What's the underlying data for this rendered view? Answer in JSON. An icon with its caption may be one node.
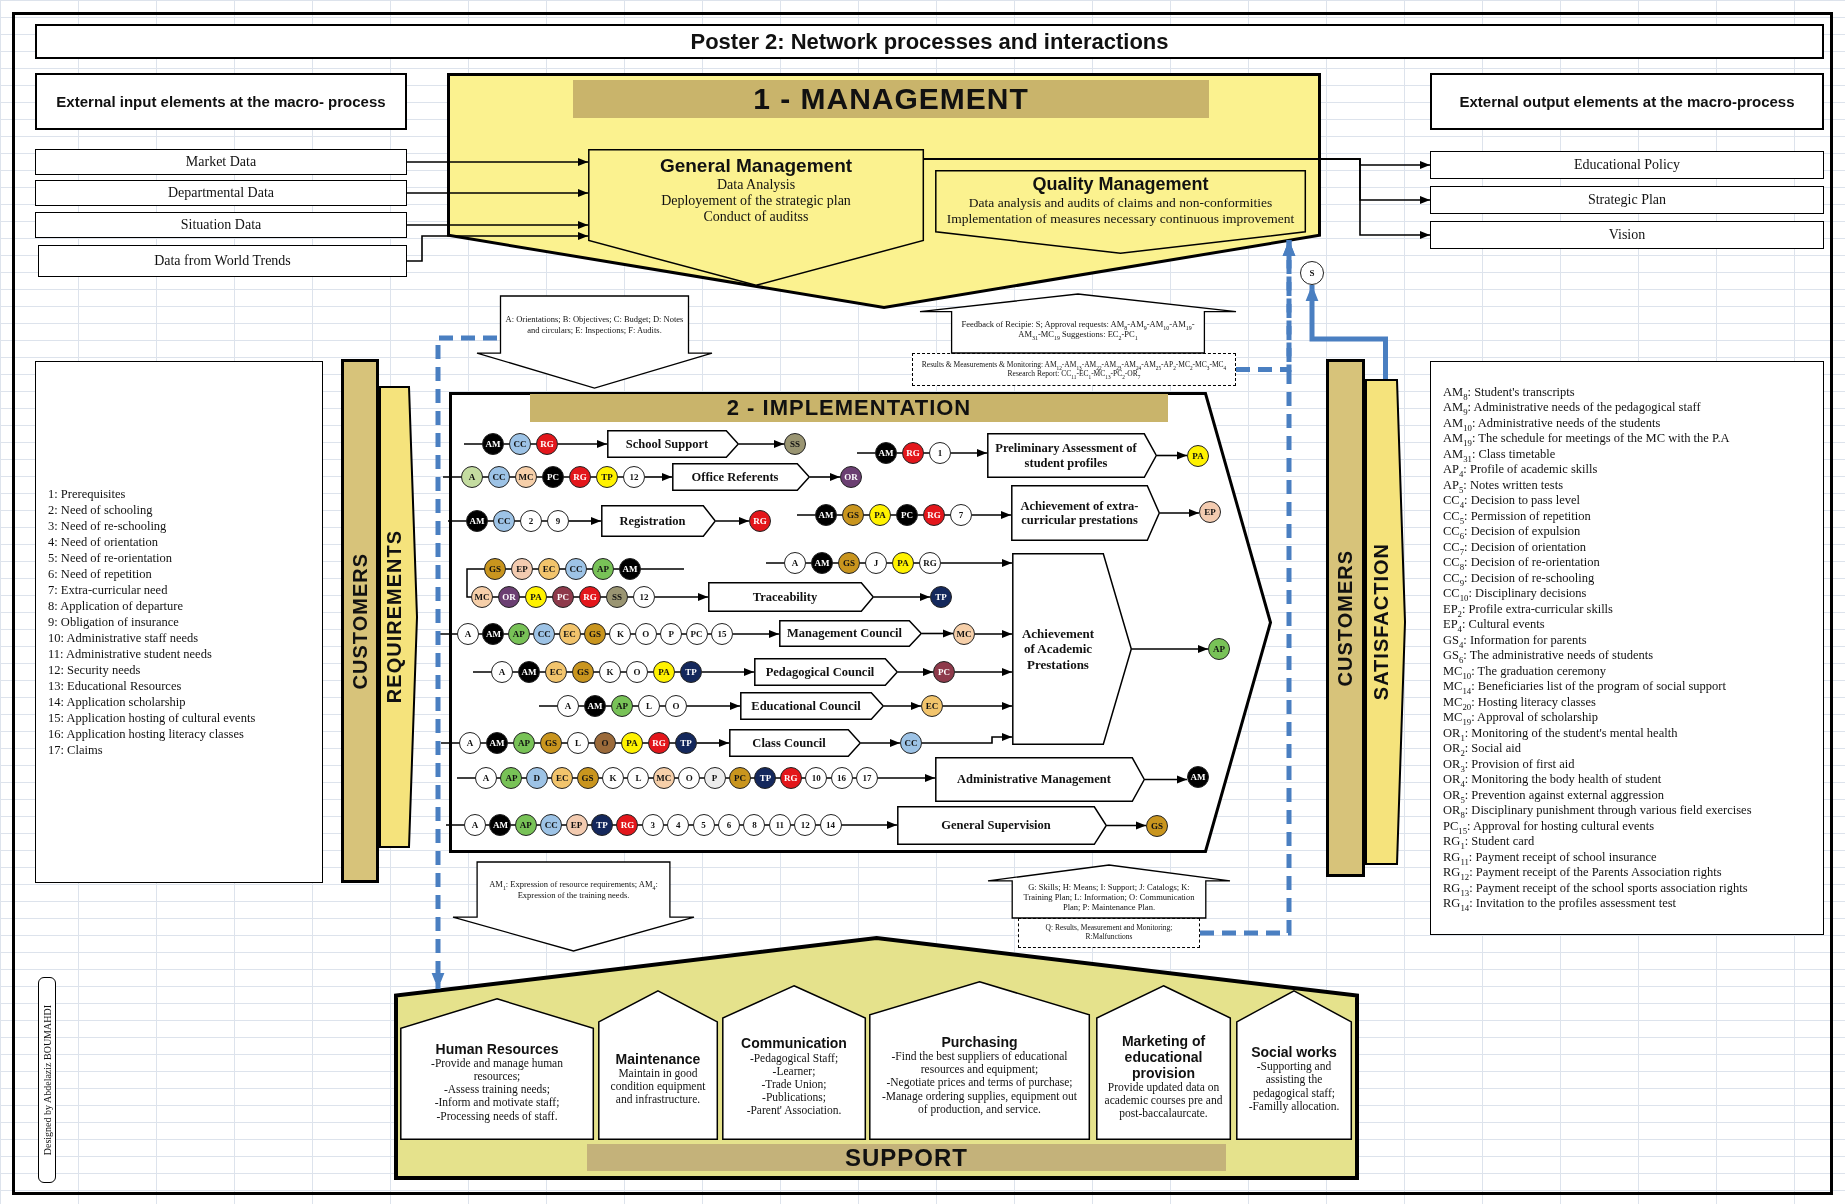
{
  "diagram": {
    "title": "Poster 2: Network processes and interactions",
    "nodes": [
      {
        "text": [
          "External input elements  at the macro- process"
        ]
      },
      {
        "text": [
          "1 - MANAGEMENT"
        ]
      },
      {
        "text": [
          "General Management",
          "Data Analysis",
          "Deployement of the strategic plan",
          "Conduct of auditss"
        ],
        "in": 1
      },
      {
        "text": [
          "Quality Management",
          "Data analysis and audits of claims and non-conformities",
          "Implementation of measures necessary continuous improvement"
        ],
        "in": 1
      },
      {
        "text": [
          "External output elements at the macro-process"
        ]
      },
      {
        "text": [
          "Market Data"
        ]
      },
      {
        "text": [
          "Departmental Data"
        ]
      },
      {
        "text": [
          "Situation Data"
        ]
      },
      {
        "text": [
          "Data from World Trends"
        ]
      },
      {
        "text": [
          "Educational Policy"
        ]
      },
      {
        "text": [
          "Strategic Plan"
        ]
      },
      {
        "text": [
          "Vision"
        ]
      },
      {
        "text": [
          "S"
        ]
      },
      {
        "text": [
          "Results & Measurements & Monitoring: AM$_{12}$-AM$_{13}$-AM$_{22}$-AM$_{23}$-AM$_{24}$-AM$_{25}$-AP$_{2}$-MC$_{2}$-MC$_{3}$-MC$_{4}$",
          "Research Report: CC$_{11}$-EC$_{1}$-MC$_{13}$-PC$_{2}$-OR$_{7}$"
        ]
      },
      {
        "text": [
          "1: Prerequisites",
          "2: Need  of schooling",
          "3: Need of  re-schooling",
          "4: Need  of orientation",
          "5: Need of re-orientation",
          "6: Need of  repetition",
          "7: Extra-curricular need",
          "8: Application of departure",
          "9: Obligation of insurance",
          "10: Administrative staff needs",
          "11: Administrative student needs",
          "12: Security needs",
          "13: Educational Resources",
          "14: Application scholarship",
          "15: Application hosting of cultural events",
          "16: Application hosting literacy classes",
          "17: Claims"
        ]
      },
      {
        "text": [
          "CUSTOMERS"
        ]
      },
      {
        "text": [
          "REQUIREMENTS"
        ]
      },
      {
        "text": [
          "2 - IMPLEMENTATION"
        ]
      },
      {
        "text": [
          "AM"
        ],
        "in": 17
      },
      {
        "text": [
          "CC"
        ],
        "in": 17
      },
      {
        "text": [
          "RG"
        ],
        "in": 17
      },
      {
        "text": [
          "School Support"
        ],
        "in": 17
      },
      {
        "text": [
          "SS"
        ],
        "in": 17
      },
      {
        "text": [
          "AM"
        ],
        "in": 17
      },
      {
        "text": [
          "RG"
        ],
        "in": 17
      },
      {
        "text": [
          "1"
        ],
        "in": 17
      },
      {
        "text": [
          "Preliminary Assessment of student profiles"
        ],
        "in": 17
      },
      {
        "text": [
          "PA"
        ],
        "in": 17
      },
      {
        "text": [
          "A"
        ],
        "in": 17
      },
      {
        "text": [
          "CC"
        ],
        "in": 17
      },
      {
        "text": [
          "MC"
        ],
        "in": 17
      },
      {
        "text": [
          "PC"
        ],
        "in": 17
      },
      {
        "text": [
          "RG"
        ],
        "in": 17
      },
      {
        "text": [
          "TP"
        ],
        "in": 17
      },
      {
        "text": [
          "12"
        ],
        "in": 17
      },
      {
        "text": [
          "Office Referents"
        ],
        "in": 17
      },
      {
        "text": [
          "OR"
        ],
        "in": 17
      },
      {
        "text": [
          "AM"
        ],
        "in": 17
      },
      {
        "text": [
          "CC"
        ],
        "in": 17
      },
      {
        "text": [
          "2"
        ],
        "in": 17
      },
      {
        "text": [
          "9"
        ],
        "in": 17
      },
      {
        "text": [
          "Registration"
        ],
        "in": 17
      },
      {
        "text": [
          "RG"
        ],
        "in": 17
      },
      {
        "text": [
          "AM"
        ],
        "in": 17
      },
      {
        "text": [
          "GS"
        ],
        "in": 17
      },
      {
        "text": [
          "PA"
        ],
        "in": 17
      },
      {
        "text": [
          "PC"
        ],
        "in": 17
      },
      {
        "text": [
          "RG"
        ],
        "in": 17
      },
      {
        "text": [
          "7"
        ],
        "in": 17
      },
      {
        "text": [
          "Achievement of extra-curricular prestations"
        ],
        "in": 17
      },
      {
        "text": [
          "EP"
        ],
        "in": 17
      },
      {
        "text": [
          "A"
        ],
        "in": 17
      },
      {
        "text": [
          "AM"
        ],
        "in": 17
      },
      {
        "text": [
          "GS"
        ],
        "in": 17
      },
      {
        "text": [
          "J"
        ],
        "in": 17
      },
      {
        "text": [
          "PA"
        ],
        "in": 17
      },
      {
        "text": [
          "RG"
        ],
        "in": 17
      },
      {
        "text": [
          "GS"
        ],
        "in": 17
      },
      {
        "text": [
          "EP"
        ],
        "in": 17
      },
      {
        "text": [
          "EC"
        ],
        "in": 17
      },
      {
        "text": [
          "CC"
        ],
        "in": 17
      },
      {
        "text": [
          "AP"
        ],
        "in": 17
      },
      {
        "text": [
          "AM"
        ],
        "in": 17
      },
      {
        "text": [
          "MC"
        ],
        "in": 17
      },
      {
        "text": [
          "OR"
        ],
        "in": 17
      },
      {
        "text": [
          "PA"
        ],
        "in": 17
      },
      {
        "text": [
          "PC"
        ],
        "in": 17
      },
      {
        "text": [
          "RG"
        ],
        "in": 17
      },
      {
        "text": [
          "SS"
        ],
        "in": 17
      },
      {
        "text": [
          "12"
        ],
        "in": 17
      },
      {
        "text": [
          "Traceability"
        ],
        "in": 17
      },
      {
        "text": [
          "TP"
        ],
        "in": 17
      },
      {
        "text": [
          "Achievement of Academic Prestations"
        ],
        "in": 17
      },
      {
        "text": [
          "AP"
        ],
        "in": 17
      },
      {
        "text": [
          "A"
        ],
        "in": 17
      },
      {
        "text": [
          "AM"
        ],
        "in": 17
      },
      {
        "text": [
          "AP"
        ],
        "in": 17
      },
      {
        "text": [
          "CC"
        ],
        "in": 17
      },
      {
        "text": [
          "EC"
        ],
        "in": 17
      },
      {
        "text": [
          "GS"
        ],
        "in": 17
      },
      {
        "text": [
          "K"
        ],
        "in": 17
      },
      {
        "text": [
          "O"
        ],
        "in": 17
      },
      {
        "text": [
          "P"
        ],
        "in": 17
      },
      {
        "text": [
          "PC"
        ],
        "in": 17
      },
      {
        "text": [
          "15"
        ],
        "in": 17
      },
      {
        "text": [
          "Management  Council"
        ],
        "in": 17
      },
      {
        "text": [
          "MC"
        ],
        "in": 17
      },
      {
        "text": [
          "A"
        ],
        "in": 17
      },
      {
        "text": [
          "AM"
        ],
        "in": 17
      },
      {
        "text": [
          "EC"
        ],
        "in": 17
      },
      {
        "text": [
          "GS"
        ],
        "in": 17
      },
      {
        "text": [
          "K"
        ],
        "in": 17
      },
      {
        "text": [
          "O"
        ],
        "in": 17
      },
      {
        "text": [
          "PA"
        ],
        "in": 17
      },
      {
        "text": [
          "TP"
        ],
        "in": 17
      },
      {
        "text": [
          "Pedagogical Council"
        ],
        "in": 17
      },
      {
        "text": [
          "PC"
        ],
        "in": 17
      },
      {
        "text": [
          "A"
        ],
        "in": 17
      },
      {
        "text": [
          "AM"
        ],
        "in": 17
      },
      {
        "text": [
          "AP"
        ],
        "in": 17
      },
      {
        "text": [
          "L"
        ],
        "in": 17
      },
      {
        "text": [
          "O"
        ],
        "in": 17
      },
      {
        "text": [
          "Educational  Council"
        ],
        "in": 17
      },
      {
        "text": [
          "EC"
        ],
        "in": 17
      },
      {
        "text": [
          "A"
        ],
        "in": 17
      },
      {
        "text": [
          "AM"
        ],
        "in": 17
      },
      {
        "text": [
          "AP"
        ],
        "in": 17
      },
      {
        "text": [
          "GS"
        ],
        "in": 17
      },
      {
        "text": [
          "L"
        ],
        "in": 17
      },
      {
        "text": [
          "O"
        ],
        "in": 17
      },
      {
        "text": [
          "PA"
        ],
        "in": 17
      },
      {
        "text": [
          "RG"
        ],
        "in": 17
      },
      {
        "text": [
          "TP"
        ],
        "in": 17
      },
      {
        "text": [
          "Class Council"
        ],
        "in": 17
      },
      {
        "text": [
          "CC"
        ],
        "in": 17
      },
      {
        "text": [
          "A"
        ],
        "in": 17
      },
      {
        "text": [
          "AP"
        ],
        "in": 17
      },
      {
        "text": [
          "D"
        ],
        "in": 17
      },
      {
        "text": [
          "EC"
        ],
        "in": 17
      },
      {
        "text": [
          "GS"
        ],
        "in": 17
      },
      {
        "text": [
          "K"
        ],
        "in": 17
      },
      {
        "text": [
          "L"
        ],
        "in": 17
      },
      {
        "text": [
          "MC"
        ],
        "in": 17
      },
      {
        "text": [
          "O"
        ],
        "in": 17
      },
      {
        "text": [
          "P"
        ],
        "in": 17
      },
      {
        "text": [
          "PC"
        ],
        "in": 17
      },
      {
        "text": [
          "TP"
        ],
        "in": 17
      },
      {
        "text": [
          "RG"
        ],
        "in": 17
      },
      {
        "text": [
          "10"
        ],
        "in": 17
      },
      {
        "text": [
          "16"
        ],
        "in": 17
      },
      {
        "text": [
          "17"
        ],
        "in": 17
      },
      {
        "text": [
          "Administrative Management"
        ],
        "in": 17
      },
      {
        "text": [
          "AM"
        ],
        "in": 17
      },
      {
        "text": [
          "A"
        ],
        "in": 17
      },
      {
        "text": [
          "AM"
        ],
        "in": 17
      },
      {
        "text": [
          "AP"
        ],
        "in": 17
      },
      {
        "text": [
          "CC"
        ],
        "in": 17
      },
      {
        "text": [
          "EP"
        ],
        "in": 17
      },
      {
        "text": [
          "TP"
        ],
        "in": 17
      },
      {
        "text": [
          "RG"
        ],
        "in": 17
      },
      {
        "text": [
          "3"
        ],
        "in": 17
      },
      {
        "text": [
          "4"
        ],
        "in": 17
      },
      {
        "text": [
          "5"
        ],
        "in": 17
      },
      {
        "text": [
          "6"
        ],
        "in": 17
      },
      {
        "text": [
          "8"
        ],
        "in": 17
      },
      {
        "text": [
          "11"
        ],
        "in": 17
      },
      {
        "text": [
          "12"
        ],
        "in": 17
      },
      {
        "text": [
          "14"
        ],
        "in": 17
      },
      {
        "text": [
          "General Supervision"
        ],
        "in": 17
      },
      {
        "text": [
          "GS"
        ],
        "in": 17
      },
      {
        "text": [
          "CUSTOMERS"
        ]
      },
      {
        "text": [
          "SATISFACTION"
        ]
      },
      {
        "text": [
          "AM$_{8}$: Student's transcripts",
          "AM$_{9}$: Administrative needs of the pedagogical staff",
          "AM$_{10}$: Administrative needs of the students",
          "AM$_{19}$: The schedule for meetings of the MC with the P.A",
          "AM$_{31}$: Class timetable",
          "AP$_{4}$: Profile of academic skills",
          "AP$_{5}$: Notes written tests",
          "CC$_{4}$: Decision to pass level",
          "CC$_{5}$: Permission of repetition",
          "CC$_{6}$: Decision of expulsion",
          "CC$_{7}$: Decision of orientation",
          "CC$_{8}$: Decision of re-orientation",
          "CC$_{9}$: Decision of re-schooling",
          "CC$_{10}$: Disciplinary decisions",
          "EP$_{2}$: Profile extra-curricular skills",
          "EP$_{4}$: Cultural events",
          "GS$_{4}$: Information for parents",
          "GS$_{6}$: The administrative needs of students",
          "MC$_{10}$: The graduation ceremony",
          "MC$_{14}$: Beneficiaries list of the program of social support",
          "MC$_{20}$: Hosting literacy classes",
          "MC$_{19}$: Approval of scholarship",
          "OR$_{1}$: Monitoring of the student's mental health",
          "OR$_{2}$: Social aid",
          "OR$_{3}$: Provision of first aid",
          "OR$_{4}$: Monitoring the body health of student",
          "OR$_{5}$: Prevention against external aggression",
          "OR$_{8}$: Disciplinary punishment through various field exercises",
          "PC$_{15}$: Approval for hosting cultural events",
          "RG$_{1}$: Student card",
          "RG$_{11}$: Payment receipt of school insurance",
          "RG$_{12}$: Payment receipt of the Parents Association rights",
          "RG$_{13}$: Payment receipt of the school sports association rights",
          "RG$_{14}$: Invitation to the profiles assessment test"
        ]
      },
      {
        "text": [
          "Q: Results, Measurement and Monitoring; R:Malfunctions"
        ]
      },
      {
        "text": [
          "SUPPORT"
        ]
      },
      {
        "text": [
          "Human Resources",
          "-Provide and manage human resources;",
          "-Assess training needs;",
          "-Inform and motivate staff;",
          "-Processing needs of staff."
        ],
        "in": 154
      },
      {
        "text": [
          "Maintenance",
          "Maintain in good condition equipment and infrastructure."
        ],
        "in": 154
      },
      {
        "text": [
          "Communication",
          "-Pedagogical Staff;",
          "-Learner;",
          "-Trade Union;",
          "-Publications;",
          "-Parent' Association."
        ],
        "in": 154
      },
      {
        "text": [
          "Purchasing",
          "-Find the best suppliers of educational resources and equipment;",
          "-Negotiate prices and terms of purchase;",
          "-Manage ordering supplies, equipment out of production, and service."
        ],
        "in": 154
      },
      {
        "text": [
          "Marketing of educational provision",
          "Provide updated data on academic courses pre and post-baccalaurcate."
        ],
        "in": 154
      },
      {
        "text": [
          "Social works",
          "-Supporting and assisting the pedagogical staff;",
          "-Familly allocation."
        ],
        "in": 154
      },
      {
        "text": [
          "Designed by Abdelaziz BOUMAHDI"
        ]
      }
    ],
    "edges": [
      {
        "from": 5,
        "to": 2,
        "arrow": "to"
      },
      {
        "from": 6,
        "to": 2,
        "arrow": "to"
      },
      {
        "from": 7,
        "to": 2,
        "arrow": "to"
      },
      {
        "from": 8,
        "to": 2,
        "arrow": "to"
      },
      {
        "from": 2,
        "to": 9,
        "arrow": "to"
      },
      {
        "from": 2,
        "to": 10,
        "arrow": "to"
      },
      {
        "from": 2,
        "to": 11,
        "arrow": "to"
      },
      {
        "from": 13,
        "to": 1,
        "arrow": "to",
        "style": "dashed",
        "color": "#4a7fc1"
      },
      {
        "from": 153,
        "to": 1,
        "arrow": "to",
        "style": "dashed",
        "color": "#4a7fc1"
      },
      {
        "from": null,
        "to": 154,
        "arrow": "to",
        "style": "dashed",
        "color": "#4a7fc1"
      },
      {
        "from": 151,
        "to": 12,
        "arrow": "to",
        "style": "thick",
        "color": "#4a7fc1"
      },
      {
        "from": 1,
        "to": 17,
        "arrow": "to",
        "style": "thick",
        "label": "A: Orientations; B: Objectives; C: Budget; D: Notes and circulars; E: Inspections; F: Audits."
      },
      {
        "from": 17,
        "to": 1,
        "arrow": "to",
        "style": "thick",
        "label": "Feedback of Recipie: S; Approval requests: AM$_{8}$-AM$_{9}$-AM$_{10}$-AM$_{19}$-AM$_{31}$-MC$_{19}$ Suggestions: EC$_{2}$-PC$_{1}$"
      },
      {
        "from": 17,
        "to": 154,
        "arrow": "to",
        "style": "thick",
        "label": "AM$_{1}$: Expression of resource requirements; AM$_{4}$: Expression of the training  needs."
      },
      {
        "from": 154,
        "to": 17,
        "arrow": "to",
        "style": "thick",
        "label": "G: Skills; H: Means; I: Support; J: Catalogs; K: Training Plan; L: Information; O: Communication Plan; P: Maintenance Plan."
      },
      {
        "from": 20,
        "to": 21,
        "arrow": "to"
      },
      {
        "from": 21,
        "to": 22,
        "arrow": "to"
      },
      {
        "from": 25,
        "to": 26,
        "arrow": "to"
      },
      {
        "from": 26,
        "to": 27,
        "arrow": "to"
      },
      {
        "from": 34,
        "to": 35,
        "arrow": "to"
      },
      {
        "from": 35,
        "to": 36,
        "arrow": "to"
      },
      {
        "from": 40,
        "to": 41,
        "arrow": "to"
      },
      {
        "from": 41,
        "to": 42,
        "arrow": "to"
      },
      {
        "from": 48,
        "to": 49,
        "arrow": "to"
      },
      {
        "from": 49,
        "to": 50,
        "arrow": "to"
      },
      {
        "from": 56,
        "to": 72,
        "arrow": "to"
      },
      {
        "from": 69,
        "to": 70,
        "arrow": "to"
      },
      {
        "from": 70,
        "to": 71,
        "arrow": "to"
      },
      {
        "from": 72,
        "to": 73,
        "arrow": "to"
      },
      {
        "from": 84,
        "to": 85,
        "arrow": "to"
      },
      {
        "from": 85,
        "to": 86,
        "arrow": "to"
      },
      {
        "from": 86,
        "to": 72,
        "arrow": "to"
      },
      {
        "from": 94,
        "to": 95,
        "arrow": "to"
      },
      {
        "from": 95,
        "to": 96,
        "arrow": "to"
      },
      {
        "from": 96,
        "to": 72,
        "arrow": "to"
      },
      {
        "from": 101,
        "to": 102,
        "arrow": "to"
      },
      {
        "from": 102,
        "to": 103,
        "arrow": "to"
      },
      {
        "from": 103,
        "to": 72,
        "arrow": "to"
      },
      {
        "from": 112,
        "to": 113,
        "arrow": "to"
      },
      {
        "from": 113,
        "to": 114,
        "arrow": "to"
      },
      {
        "from": 114,
        "to": 72,
        "arrow": "to"
      },
      {
        "from": 130,
        "to": 131,
        "arrow": "to"
      },
      {
        "from": 131,
        "to": 132,
        "arrow": "to"
      },
      {
        "from": 147,
        "to": 148,
        "arrow": "to"
      },
      {
        "from": 148,
        "to": 149,
        "arrow": "to"
      }
    ]
  }
}
